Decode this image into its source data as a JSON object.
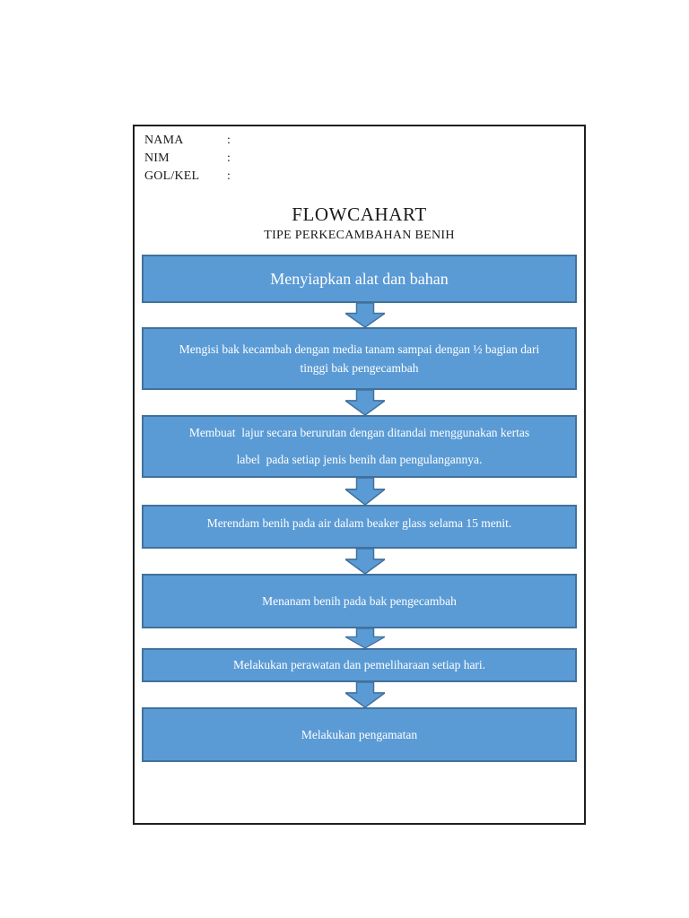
{
  "theme": {
    "page_background": "#ffffff",
    "page_border": "#1f1f1f",
    "box_fill": "#5b9bd5",
    "box_border": "#41719c",
    "box_text": "#ffffff",
    "heading_text": "#1a1a1a"
  },
  "page": {
    "header_fields": [
      {
        "label": "NAMA",
        "separator": ":",
        "value": ""
      },
      {
        "label": "NIM",
        "separator": ":",
        "value": ""
      },
      {
        "label": "GOL/KEL",
        "separator": ":",
        "value": ""
      }
    ],
    "title": "FLOWCAHART",
    "subtitle": "TIPE PERKECAMBAHAN BENIH"
  },
  "flowchart": {
    "connector": "down-arrow",
    "steps": [
      {
        "lines": [
          "Menyiapkan alat dan bahan"
        ]
      },
      {
        "lines": [
          "Mengisi bak kecambah dengan media tanam sampai dengan ½ bagian dari",
          "tinggi bak pengecambah"
        ]
      },
      {
        "lines": [
          "Membuat  lajur secara berurutan dengan ditandai menggunakan kertas",
          "label  pada setiap jenis benih dan pengulangannya."
        ]
      },
      {
        "lines": [
          "Merendam benih pada air dalam beaker glass selama 15 menit."
        ]
      },
      {
        "lines": [
          "Menanam benih pada bak pengecambah"
        ]
      },
      {
        "lines": [
          "Melakukan perawatan dan pemeliharaan setiap hari."
        ]
      },
      {
        "lines": [
          "Melakukan pengamatan"
        ]
      }
    ]
  }
}
